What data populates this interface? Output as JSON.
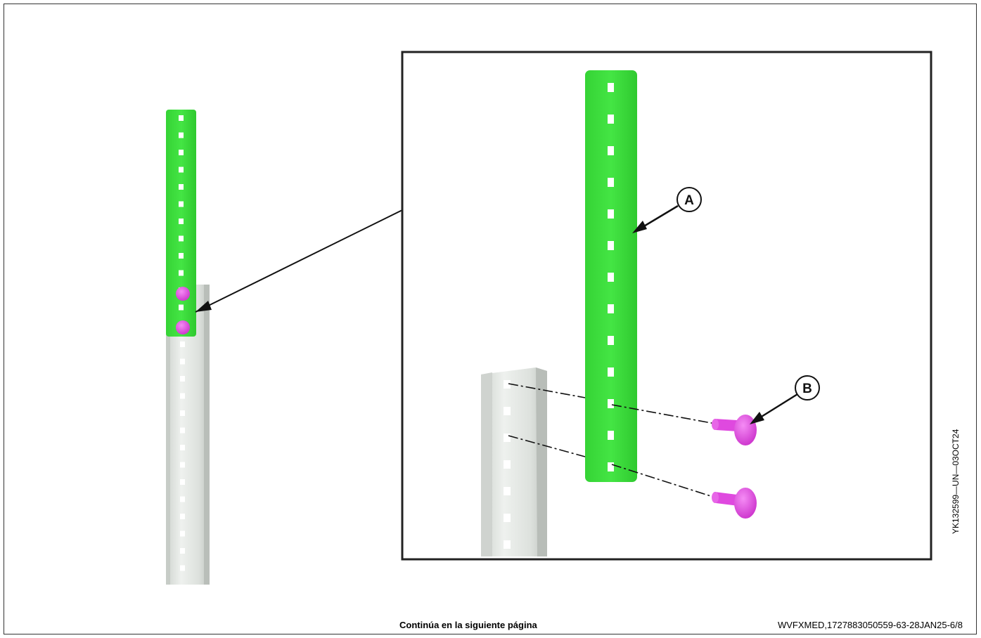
{
  "labels": {
    "a": "A",
    "b": "B"
  },
  "figure_id": "YK132599—UN—03OCT24",
  "footer": {
    "continue_text": "Continúa en la siguiente página",
    "doc_code": "WVFXMED,1727883050559-63-28JAN25-6/8"
  },
  "colors": {
    "strip": "#3dde3d",
    "rivet": "#e34fe3",
    "post": "#e4e8e4",
    "frame": "#222222"
  }
}
